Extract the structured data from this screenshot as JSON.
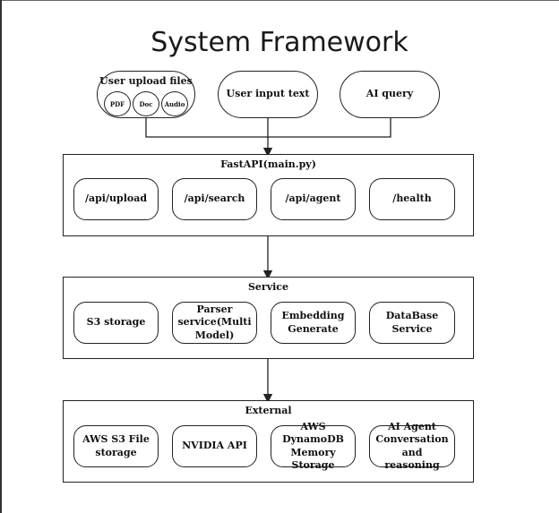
{
  "title": "System Framework",
  "inputs": {
    "upload_label": "User upload files",
    "file_types": [
      "PDF",
      "Doc",
      "Audio"
    ],
    "text_label": "User input text",
    "query_label": "AI query"
  },
  "fastapi": {
    "title": "FastAPI(main.py)",
    "routes": [
      "/api/upload",
      "/api/search",
      "/api/agent",
      "/health"
    ]
  },
  "service": {
    "title": "Service",
    "items": [
      "S3 storage",
      "Parser service(Multi Model)",
      "Embedding Generate",
      "DataBase Service"
    ]
  },
  "external": {
    "title": "External",
    "items": [
      "AWS S3 File storage",
      "NVIDIA API",
      "AWS DynamoDB Memory Storage",
      "AI Agent Conversation and reasoning"
    ]
  }
}
